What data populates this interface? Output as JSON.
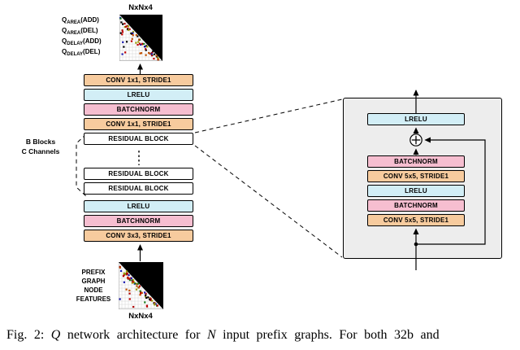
{
  "figure": {
    "top_dims_label": "NxNx4",
    "bottom_dims_label": "NxNx4",
    "q_output_labels": [
      {
        "base": "Q",
        "sub": "AREA",
        "suffix": "(ADD)"
      },
      {
        "base": "Q",
        "sub": "AREA",
        "suffix": "(DEL)"
      },
      {
        "base": "Q",
        "sub": "DELAY",
        "suffix": "(ADD)"
      },
      {
        "base": "Q",
        "sub": "DELAY",
        "suffix": "(DEL)"
      }
    ],
    "main_stack_blocks": [
      {
        "label": "CONV 1x1, STRIDE1",
        "type": "conv"
      },
      {
        "label": "LRELU",
        "type": "lrelu"
      },
      {
        "label": "BATCHNORM",
        "type": "batchnorm"
      },
      {
        "label": "CONV 1x1, STRIDE1",
        "type": "conv"
      },
      {
        "label": "RESIDUAL BLOCK",
        "type": "residual"
      },
      {
        "label": "RESIDUAL BLOCK",
        "type": "residual"
      },
      {
        "label": "RESIDUAL BLOCK",
        "type": "residual"
      },
      {
        "label": "LRELU",
        "type": "lrelu"
      },
      {
        "label": "BATCHNORM",
        "type": "batchnorm"
      },
      {
        "label": "CONV 3x3, STRIDE1",
        "type": "conv"
      }
    ],
    "bracket_label": {
      "line1": "B Blocks",
      "line2": "C Channels"
    },
    "input_label_lines": [
      "PREFIX",
      "GRAPH",
      "NODE",
      "FEATURES"
    ],
    "residual_detail_blocks": [
      {
        "label": "LRELU",
        "type": "lrelu"
      },
      {
        "label": "BATCHNORM",
        "type": "batchnorm"
      },
      {
        "label": "CONV 5x5, STRIDE1",
        "type": "conv"
      },
      {
        "label": "LRELU",
        "type": "lrelu"
      },
      {
        "label": "BATCHNORM",
        "type": "batchnorm"
      },
      {
        "label": "CONV 5x5, STRIDE1",
        "type": "conv"
      }
    ],
    "icons": {
      "sum_node": "⊕"
    },
    "palette": {
      "conv": "#f7cb9e",
      "lrelu": "#d2eef6",
      "batchnorm": "#f6bed0",
      "residual": "#ffffff",
      "box_bg": "#ededed"
    }
  },
  "caption": {
    "segments": [
      {
        "text": "Fig. 2: "
      },
      {
        "text": "Q",
        "italic": true
      },
      {
        "text": " network architecture for "
      },
      {
        "text": "N",
        "italic": true
      },
      {
        "text": " input prefix graphs. For both 32b and"
      }
    ]
  }
}
